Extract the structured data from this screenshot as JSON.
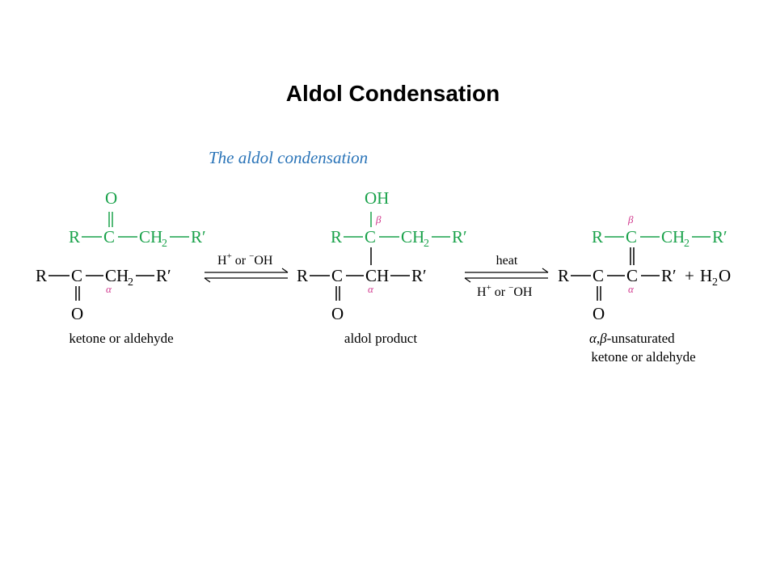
{
  "title": "Aldol Condensation",
  "subtitle": "The aldol condensation",
  "colors": {
    "green": "#1aa24b",
    "blue": "#2a74b8",
    "magenta": "#d0368c",
    "black": "#000000"
  },
  "atoms": {
    "R": "R",
    "R_prime": "R′",
    "C": "C",
    "O": "O",
    "OH": "OH",
    "CH": "CH",
    "CH2": "CH",
    "sub2": "2",
    "plus": "+",
    "H2O_H": "H",
    "H2O_O": "O"
  },
  "greek": {
    "alpha": "α",
    "beta": "β"
  },
  "step1": {
    "label_H": "H",
    "label_plus": "+",
    "label_or": " or ",
    "label_minus": "−",
    "label_OH": "OH"
  },
  "step2": {
    "top": "heat",
    "bottom_H": "H",
    "bottom_plus": "+",
    "bottom_or": " or ",
    "bottom_minus": "−",
    "bottom_OH": "OH"
  },
  "labels": {
    "ketone": "ketone or aldehyde",
    "aldol": "aldol product",
    "unsat_line1_tail": "-unsaturated",
    "unsat_line1_ab": "α,β",
    "unsat_line2": "ketone or aldehyde"
  }
}
